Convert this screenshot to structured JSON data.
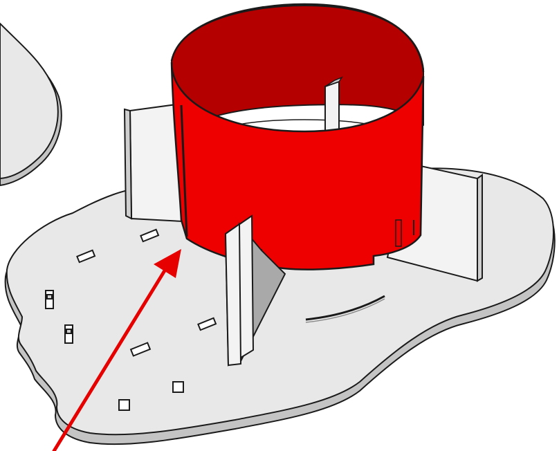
{
  "figure": {
    "components": [
      "base-plate",
      "red-cylinder",
      "vertical-fins",
      "corner-plate",
      "annotation-arrow"
    ],
    "colors": {
      "background": "#ffffff",
      "plate_top": "#e8e8e8",
      "plate_edge": "#c4c4c4",
      "outline": "#1a1a1a",
      "cylinder_front": "#ee0000",
      "cylinder_inner": "#b50000",
      "fin_light": "#f3f3f3",
      "fin_shadow": "#a9a9a9",
      "arrow": "#e60000"
    },
    "slot_count": 11,
    "fin_count": 4
  }
}
